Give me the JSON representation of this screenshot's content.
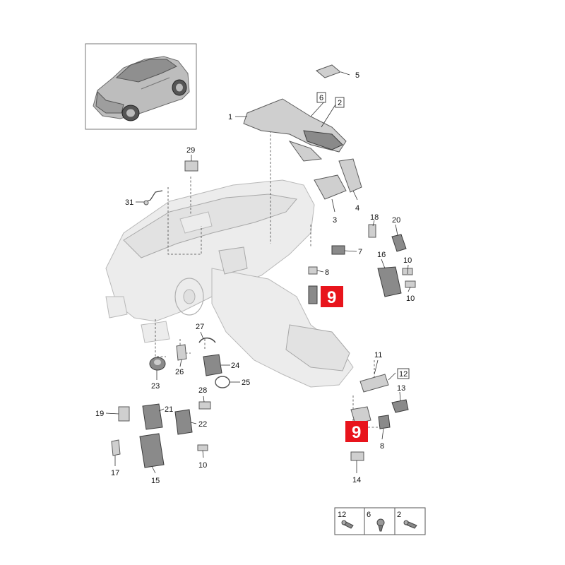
{
  "callouts": {
    "c1": "1",
    "c2": "2",
    "c3": "3",
    "c4": "4",
    "c5": "5",
    "c6": "6",
    "c7": "7",
    "c8a": "8",
    "c8b": "8",
    "c10a": "10",
    "c10b": "10",
    "c10c": "10",
    "c11": "11",
    "c12": "12",
    "c13": "13",
    "c14": "14",
    "c15": "15",
    "c16": "16",
    "c17": "17",
    "c18": "18",
    "c19": "19",
    "c20": "20",
    "c21": "21",
    "c22": "22",
    "c23": "23",
    "c24": "24",
    "c25": "25",
    "c26": "26",
    "c27": "27",
    "c28": "28",
    "c29": "29",
    "c31": "31"
  },
  "highlights": {
    "h1": "9",
    "h2": "9"
  },
  "legend": {
    "l12": "12",
    "l6": "6",
    "l2": "2"
  }
}
